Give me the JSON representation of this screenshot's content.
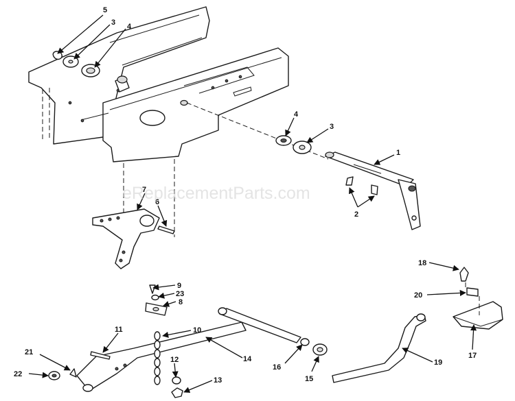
{
  "watermark": "eReplacementParts.com",
  "callouts": [
    {
      "id": "c5",
      "label": "5"
    },
    {
      "id": "c3a",
      "label": "3"
    },
    {
      "id": "c4a",
      "label": "4"
    },
    {
      "id": "c4b",
      "label": "4"
    },
    {
      "id": "c3b",
      "label": "3"
    },
    {
      "id": "c1",
      "label": "1"
    },
    {
      "id": "c2",
      "label": "2"
    },
    {
      "id": "c7",
      "label": "7"
    },
    {
      "id": "c6",
      "label": "6"
    },
    {
      "id": "c9",
      "label": "9"
    },
    {
      "id": "c23",
      "label": "23"
    },
    {
      "id": "c8",
      "label": "8"
    },
    {
      "id": "c10",
      "label": "10"
    },
    {
      "id": "c11",
      "label": "11"
    },
    {
      "id": "c14",
      "label": "14"
    },
    {
      "id": "c21",
      "label": "21"
    },
    {
      "id": "c22",
      "label": "22"
    },
    {
      "id": "c12",
      "label": "12"
    },
    {
      "id": "c13",
      "label": "13"
    },
    {
      "id": "c16",
      "label": "16"
    },
    {
      "id": "c15",
      "label": "15"
    },
    {
      "id": "c19",
      "label": "19"
    },
    {
      "id": "c18",
      "label": "18"
    },
    {
      "id": "c20",
      "label": "20"
    },
    {
      "id": "c17",
      "label": "17"
    }
  ]
}
